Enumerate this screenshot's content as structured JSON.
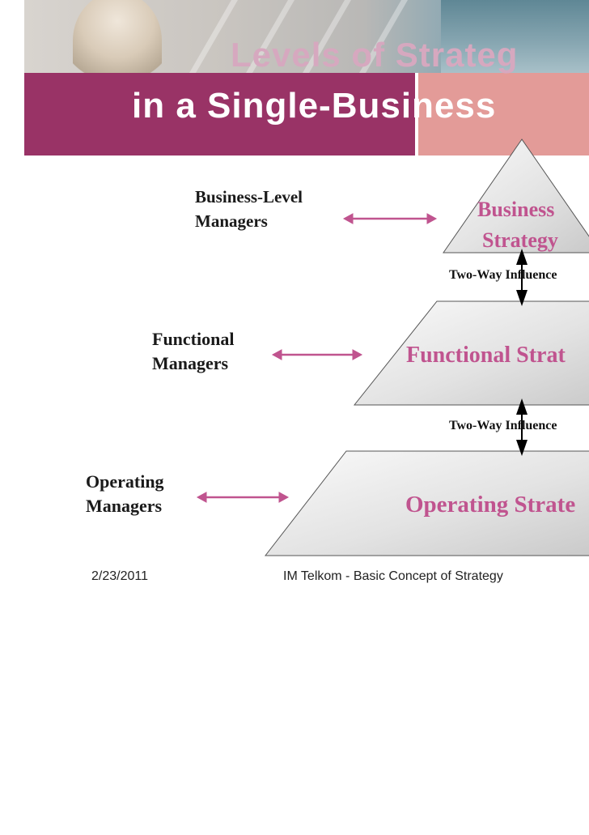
{
  "slide": {
    "title_line1": "Levels  of  Strateg",
    "title_line2": "in a  Single-Business"
  },
  "levels": {
    "business": {
      "manager_line1": "Business-Level",
      "manager_line2": "Managers",
      "strategy_line1": "Business",
      "strategy_line2": "Strategy"
    },
    "functional": {
      "manager_line1": "Functional",
      "manager_line2": "Managers",
      "strategy": "Functional Strat"
    },
    "operating": {
      "manager_line1": "Operating",
      "manager_line2": "Managers",
      "strategy": "Operating Strate"
    }
  },
  "influence": {
    "upper": "Two-Way Influence",
    "lower": "Two-Way Influence"
  },
  "footer": {
    "date": "2/23/2011",
    "caption": "IM Telkom - Basic Concept of Strategy"
  },
  "colors": {
    "band_primary": "#993366",
    "band_secondary": "#e39b98",
    "strategy_text": "#c0548f",
    "arrow": "#c0548f"
  }
}
